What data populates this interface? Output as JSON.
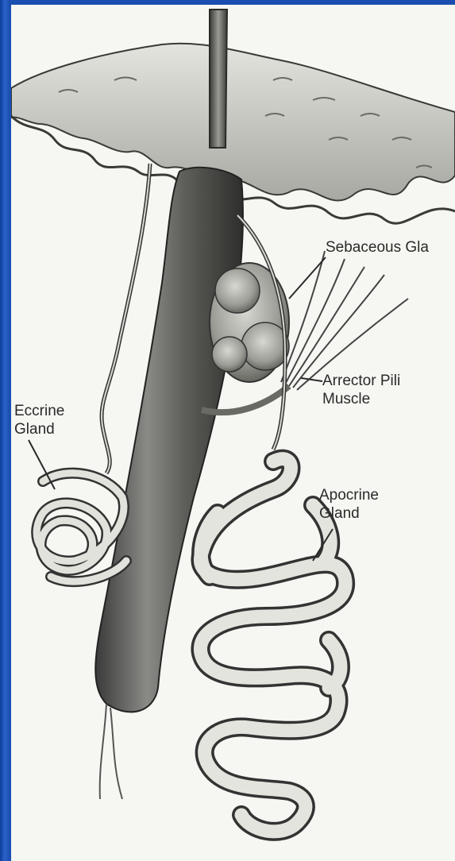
{
  "figure": {
    "labels": {
      "sebaceous": [
        "Sebaceous Gla"
      ],
      "arrector": [
        "Arrector Pili",
        "Muscle"
      ],
      "eccrine": [
        "Eccrine",
        "Gland"
      ],
      "apocrine": [
        "Apocrine",
        "Gland"
      ]
    }
  },
  "colors": {
    "slide_background": "#1a4fb0",
    "paper": "#f6f6f2",
    "ink": "#2a2a2a"
  }
}
